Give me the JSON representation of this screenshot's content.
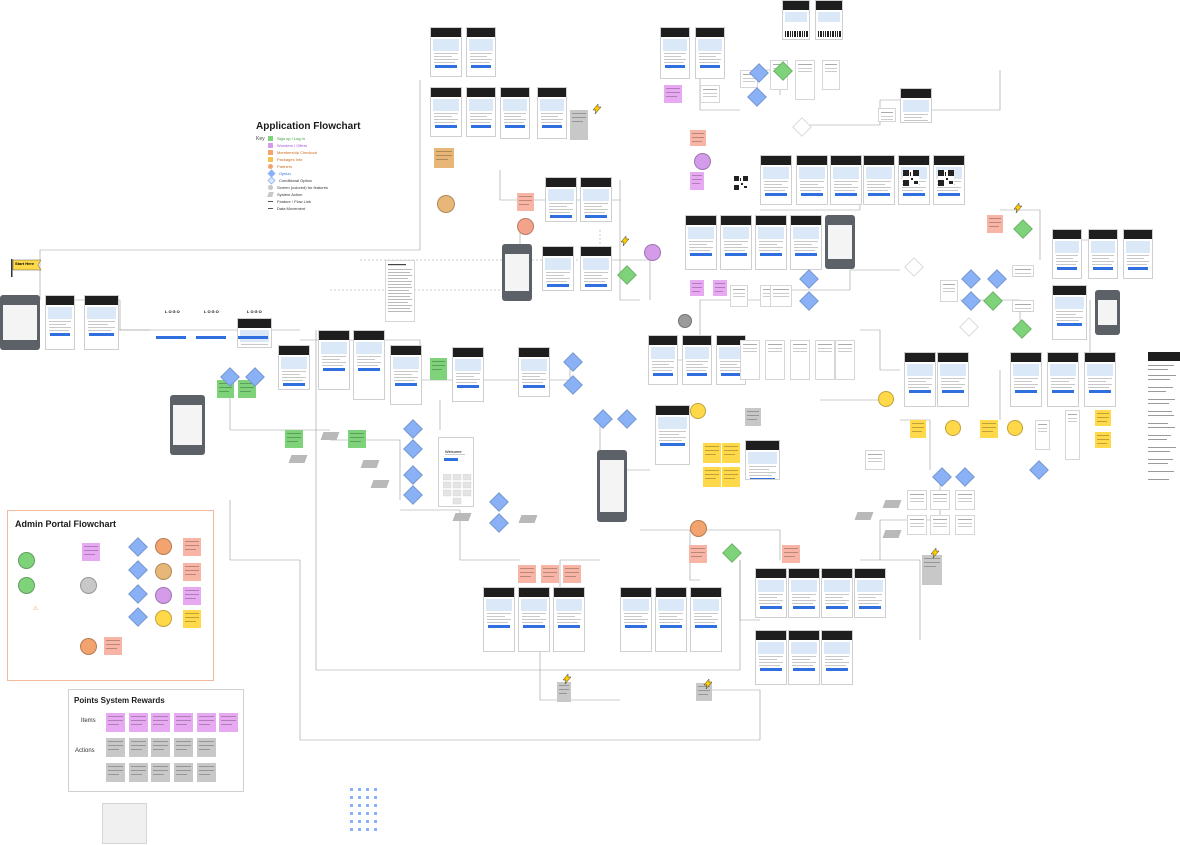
{
  "colors": {
    "green": "#7ed37a",
    "purple": "#d49bea",
    "orange": "#f2a36e",
    "yellow": "#ffd94a",
    "blue": "#8ab1f5",
    "gray": "#c8c8c8",
    "peach": "#f8b4a4",
    "pink": "#e8a9f3",
    "link": "#2f6fe0"
  },
  "app_flowchart": {
    "title": "Application Flowchart",
    "key_label": "Key",
    "key_items": [
      {
        "label": "Sign up / Log in",
        "color": "#7ed37a",
        "icon": "square"
      },
      {
        "label": "Wonders / Offers",
        "color": "#d49bea",
        "icon": "square"
      },
      {
        "label": "Membership Checkout",
        "color": "#f2a36e",
        "icon": "square"
      },
      {
        "label": "Packages Info",
        "color": "#f5c253",
        "icon": "square"
      },
      {
        "label": "Partners",
        "color": "#f2a36e",
        "icon": "circle"
      },
      {
        "label": "Option",
        "color": "#8ab1f5",
        "icon": "diamond"
      },
      {
        "label": "Conditional Option",
        "color": "#dfe9fb",
        "icon": "diamond"
      },
      {
        "label": "Screen (colored) for features",
        "color": "#c8c8c8",
        "icon": "circle"
      },
      {
        "label": "System Action",
        "color": "#c8c8c8",
        "icon": "para"
      },
      {
        "label": "Feature / Flow Link",
        "color": "#ffffff",
        "icon": "arrow"
      },
      {
        "label": "Data Movement",
        "color": "#ffffff",
        "icon": "dash"
      }
    ]
  },
  "start_tag": "Start Here",
  "logo_label": "LOGO",
  "welcome_label": "Welcome",
  "admin": {
    "title": "Admin Portal Flowchart"
  },
  "points": {
    "title": "Points System Rewards",
    "items_label": "Items",
    "actions_label": "Actions"
  }
}
